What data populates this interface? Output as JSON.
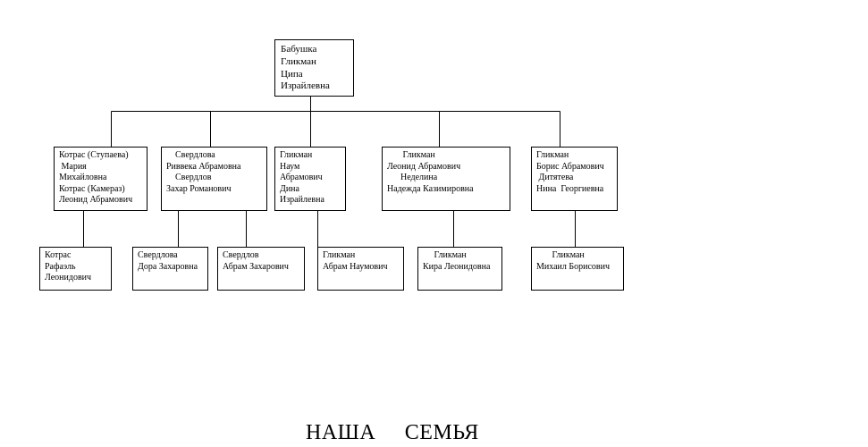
{
  "tree": {
    "root": {
      "lines": [
        "Бабушка",
        "Гликман",
        "Ципа",
        "Израйлевна"
      ]
    },
    "children": [
      {
        "lines": [
          "Котрас (Ступаева)",
          " Мария",
          "Михайловна",
          "Котрас (Камераз)",
          "Леонид Абрамович"
        ],
        "descendants": [
          {
            "lines": [
              "Котрас",
              "Рафаэль",
              "Леонидович"
            ]
          }
        ]
      },
      {
        "lines": [
          "    Свердлова",
          "Риввека Абрамовна",
          "    Свердлов",
          "Захар Романович"
        ],
        "descendants": [
          {
            "lines": [
              "Свердлова",
              "Дора Захаровна"
            ]
          },
          {
            "lines": [
              "Свердлов",
              "Абрам Захарович"
            ]
          }
        ]
      },
      {
        "lines": [
          "Гликман",
          "Наум",
          "Абрамович",
          "Дина",
          "Израйлевна"
        ],
        "descendants": [
          {
            "lines": [
              "Гликман",
              "Абрам Наумович"
            ]
          }
        ]
      },
      {
        "lines": [
          "       Гликман",
          "Леонид Абрамович",
          "      Неделина",
          "Надежда Казимировна"
        ],
        "descendants": [
          {
            "lines": [
              "     Гликман",
              "Кира Леонидовна"
            ]
          }
        ]
      },
      {
        "lines": [
          "Гликман",
          "Борис Абрамович",
          " Дитятева",
          "Нина  Георгиевна"
        ],
        "descendants": [
          {
            "lines": [
              "       Гликман",
              "Михаил Борисович"
            ]
          }
        ]
      }
    ]
  },
  "footer": {
    "title": "НАША     СЕМЬЯ"
  }
}
